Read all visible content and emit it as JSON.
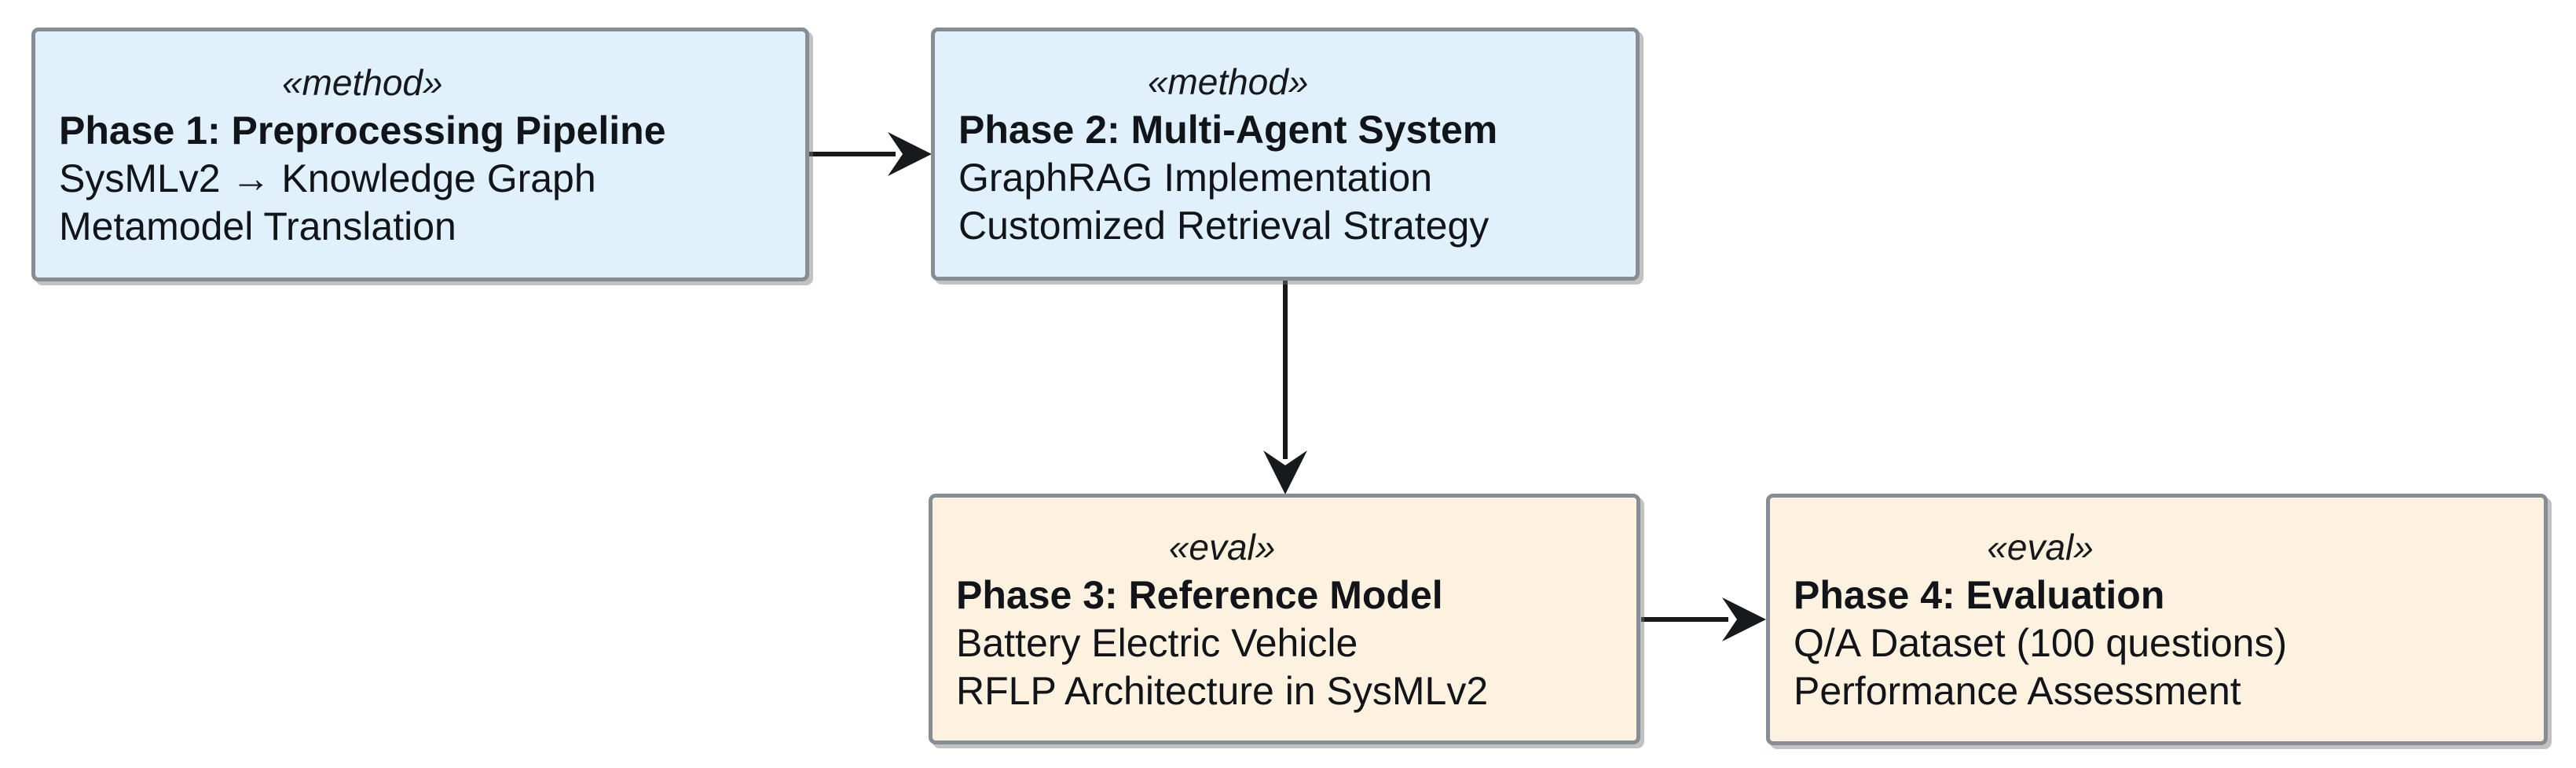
{
  "diagram": {
    "nodes": [
      {
        "id": "phase1",
        "stereotype": "«method»",
        "title": "Phase 1: Preprocessing Pipeline",
        "line1": "SysMLv2 → Knowledge Graph",
        "line2": "Metamodel Translation",
        "kind": "method"
      },
      {
        "id": "phase2",
        "stereotype": "«method»",
        "title": "Phase 2: Multi-Agent System",
        "line1": "GraphRAG Implementation",
        "line2": "Customized Retrieval Strategy",
        "kind": "method"
      },
      {
        "id": "phase3",
        "stereotype": "«eval»",
        "title": "Phase 3: Reference Model",
        "line1": "Battery Electric Vehicle",
        "line2": "RFLP Architecture in SysMLv2",
        "kind": "eval"
      },
      {
        "id": "phase4",
        "stereotype": "«eval»",
        "title": "Phase 4: Evaluation",
        "line1": "Q/A Dataset (100 questions)",
        "line2": "Performance Assessment",
        "kind": "eval"
      }
    ],
    "edges": [
      {
        "from": "phase1",
        "to": "phase2"
      },
      {
        "from": "phase2",
        "to": "phase3"
      },
      {
        "from": "phase3",
        "to": "phase4"
      }
    ],
    "colors": {
      "method_fill": "#e0f1fb",
      "eval_fill": "#fdf2e0",
      "border": "#868d94",
      "arrow": "#17191c",
      "background": "#ffffff"
    }
  }
}
